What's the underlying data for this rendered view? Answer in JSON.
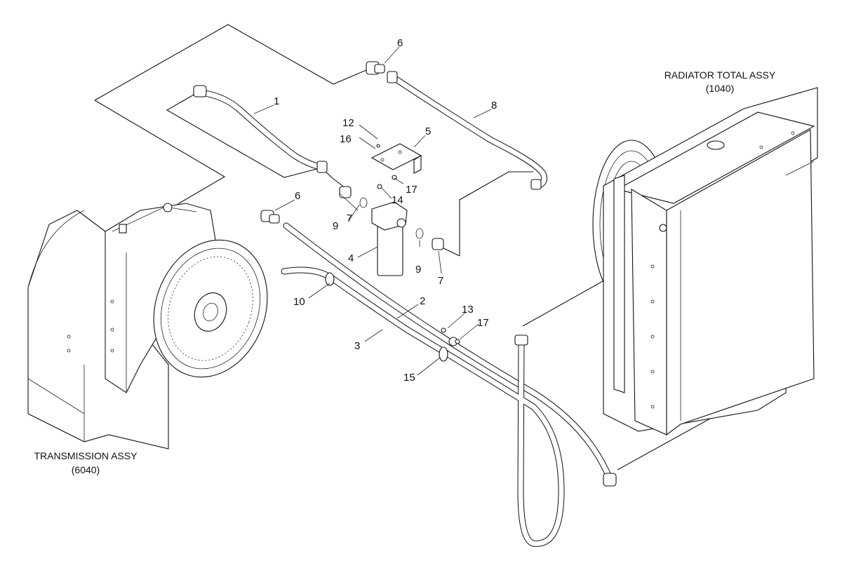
{
  "assemblies": {
    "radiator": {
      "name": "RADIATOR TOTAL ASSY",
      "code": "(1040)"
    },
    "transmission": {
      "name": "TRANSMISSION ASSY",
      "code": "(6040)"
    }
  },
  "callouts": [
    {
      "id": "c1",
      "text": "1"
    },
    {
      "id": "c2",
      "text": "2"
    },
    {
      "id": "c3",
      "text": "3"
    },
    {
      "id": "c4",
      "text": "4"
    },
    {
      "id": "c5",
      "text": "5"
    },
    {
      "id": "c6a",
      "text": "6"
    },
    {
      "id": "c6b",
      "text": "6"
    },
    {
      "id": "c7a",
      "text": "7"
    },
    {
      "id": "c7b",
      "text": "7"
    },
    {
      "id": "c8",
      "text": "8"
    },
    {
      "id": "c9a",
      "text": "9"
    },
    {
      "id": "c9b",
      "text": "9"
    },
    {
      "id": "c10",
      "text": "10"
    },
    {
      "id": "c12",
      "text": "12"
    },
    {
      "id": "c13",
      "text": "13"
    },
    {
      "id": "c14",
      "text": "14"
    },
    {
      "id": "c15",
      "text": "15"
    },
    {
      "id": "c16",
      "text": "16"
    },
    {
      "id": "c17a",
      "text": "17"
    },
    {
      "id": "c17b",
      "text": "17"
    }
  ]
}
